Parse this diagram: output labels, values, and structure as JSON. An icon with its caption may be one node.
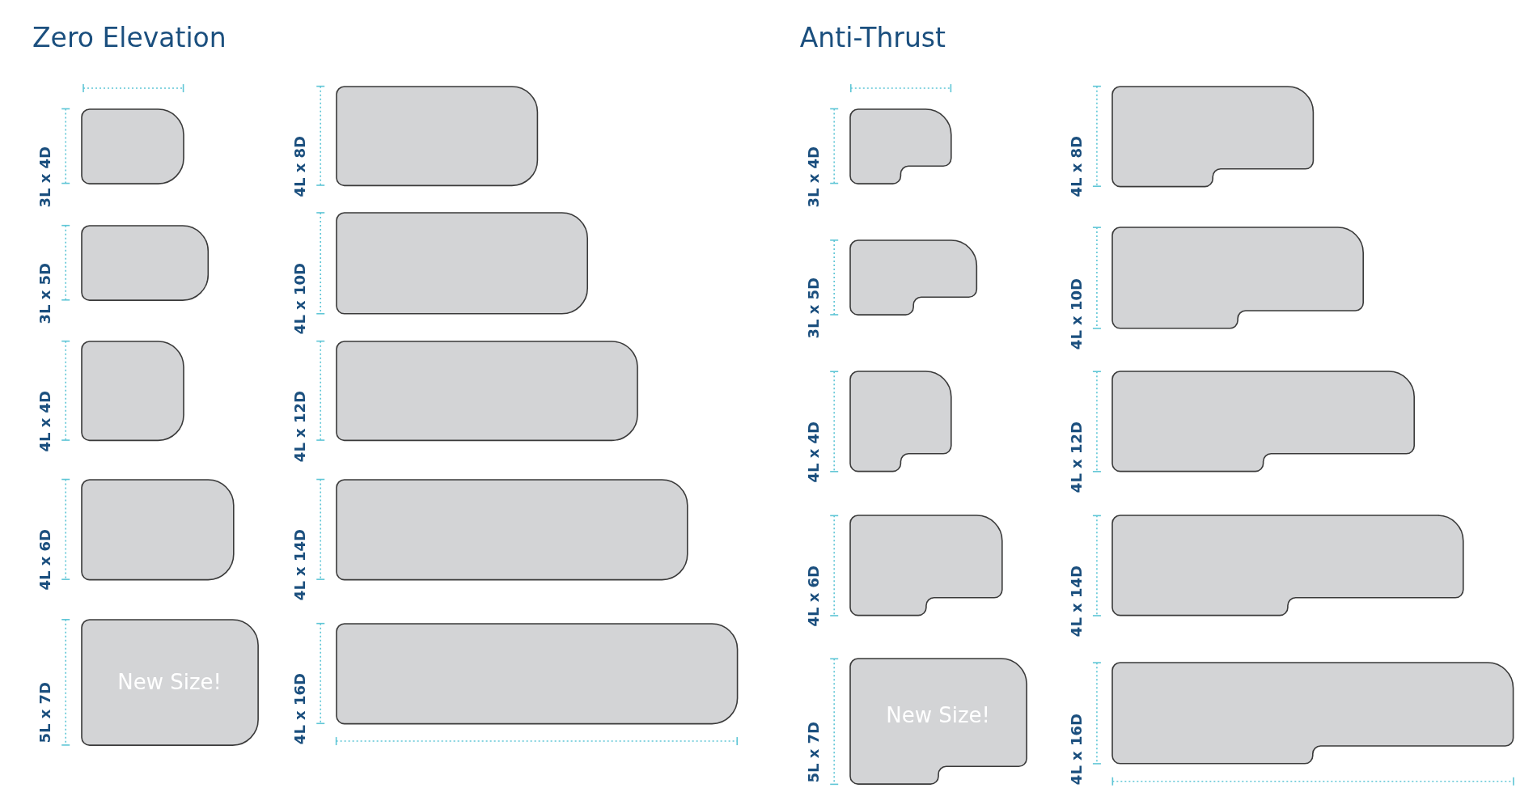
{
  "diagram": {
    "nodes": [
      {
        "text": [],
        "shape": "box",
        "beside": [
          "3L x 4D"
        ]
      },
      {
        "text": [],
        "shape": "box",
        "beside": [
          "3L x 5D"
        ]
      },
      {
        "text": [],
        "shape": "box",
        "beside": [
          "4L x 4D"
        ]
      },
      {
        "text": [],
        "shape": "box",
        "beside": [
          "4L x 6D"
        ]
      },
      {
        "text": [
          "New Size!"
        ],
        "beside": [
          "5L x 7D"
        ]
      },
      {
        "text": [],
        "shape": "box",
        "beside": [
          "4L x 8D"
        ]
      },
      {
        "text": [],
        "shape": "box",
        "beside": [
          "4L x 10D"
        ]
      },
      {
        "text": [],
        "shape": "box",
        "beside": [
          "4L x 12D"
        ]
      },
      {
        "text": [],
        "shape": "box",
        "beside": [
          "4L x 14D"
        ]
      },
      {
        "text": [],
        "shape": "box",
        "beside": [
          "4L x 16D"
        ]
      },
      {
        "text": [],
        "shape": "box",
        "beside": [
          "3L x 4D"
        ]
      },
      {
        "text": [],
        "shape": "box",
        "beside": [
          "3L x 5D"
        ]
      },
      {
        "text": [],
        "shape": "box",
        "beside": [
          "4L x 4D"
        ]
      },
      {
        "text": [],
        "shape": "box",
        "beside": [
          "4L x 6D"
        ]
      },
      {
        "text": [
          "New Size!"
        ],
        "beside": [
          "5L x 7D"
        ]
      },
      {
        "text": [],
        "shape": "box",
        "beside": [
          "4L x 8D"
        ]
      },
      {
        "text": [],
        "shape": "box",
        "beside": [
          "4L x 10D"
        ]
      },
      {
        "text": [],
        "shape": "box",
        "beside": [
          "4L x 12D"
        ]
      },
      {
        "text": [],
        "shape": "box",
        "beside": [
          "4L x 14D"
        ]
      },
      {
        "text": [],
        "shape": "box",
        "beside": [
          "4L x 16D"
        ]
      }
    ],
    "labels": [
      "Zero Elevation",
      "Anti-Thrust"
    ]
  }
}
